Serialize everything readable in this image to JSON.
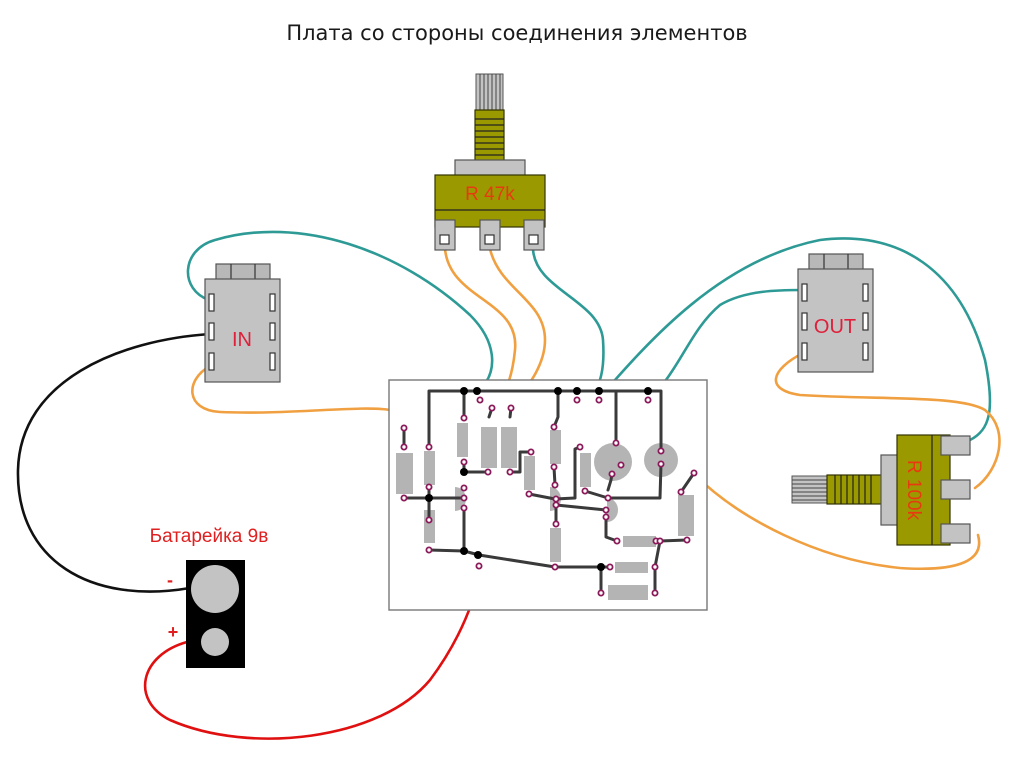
{
  "title": "Плата со стороны соединения элементов",
  "components": {
    "pot_top": {
      "label": "R 47k",
      "type": "potentiometer"
    },
    "pot_right": {
      "label": "R 100k",
      "type": "potentiometer"
    },
    "jack_in": {
      "label": "IN",
      "type": "audio-jack"
    },
    "jack_out": {
      "label": "OUT",
      "type": "audio-jack"
    },
    "battery": {
      "label": "Батарейка 9в",
      "minus_sign": "-",
      "plus_sign": "+"
    }
  },
  "colors": {
    "wire_teal": "#2e9a96",
    "wire_orange": "#f0a040",
    "wire_black": "#111111",
    "wire_red": "#e01010",
    "pot_body": "#9a9a00",
    "label_red": "#e02020",
    "board_trace": "#3a3a3a",
    "component_gray": "#b4b4b4"
  }
}
